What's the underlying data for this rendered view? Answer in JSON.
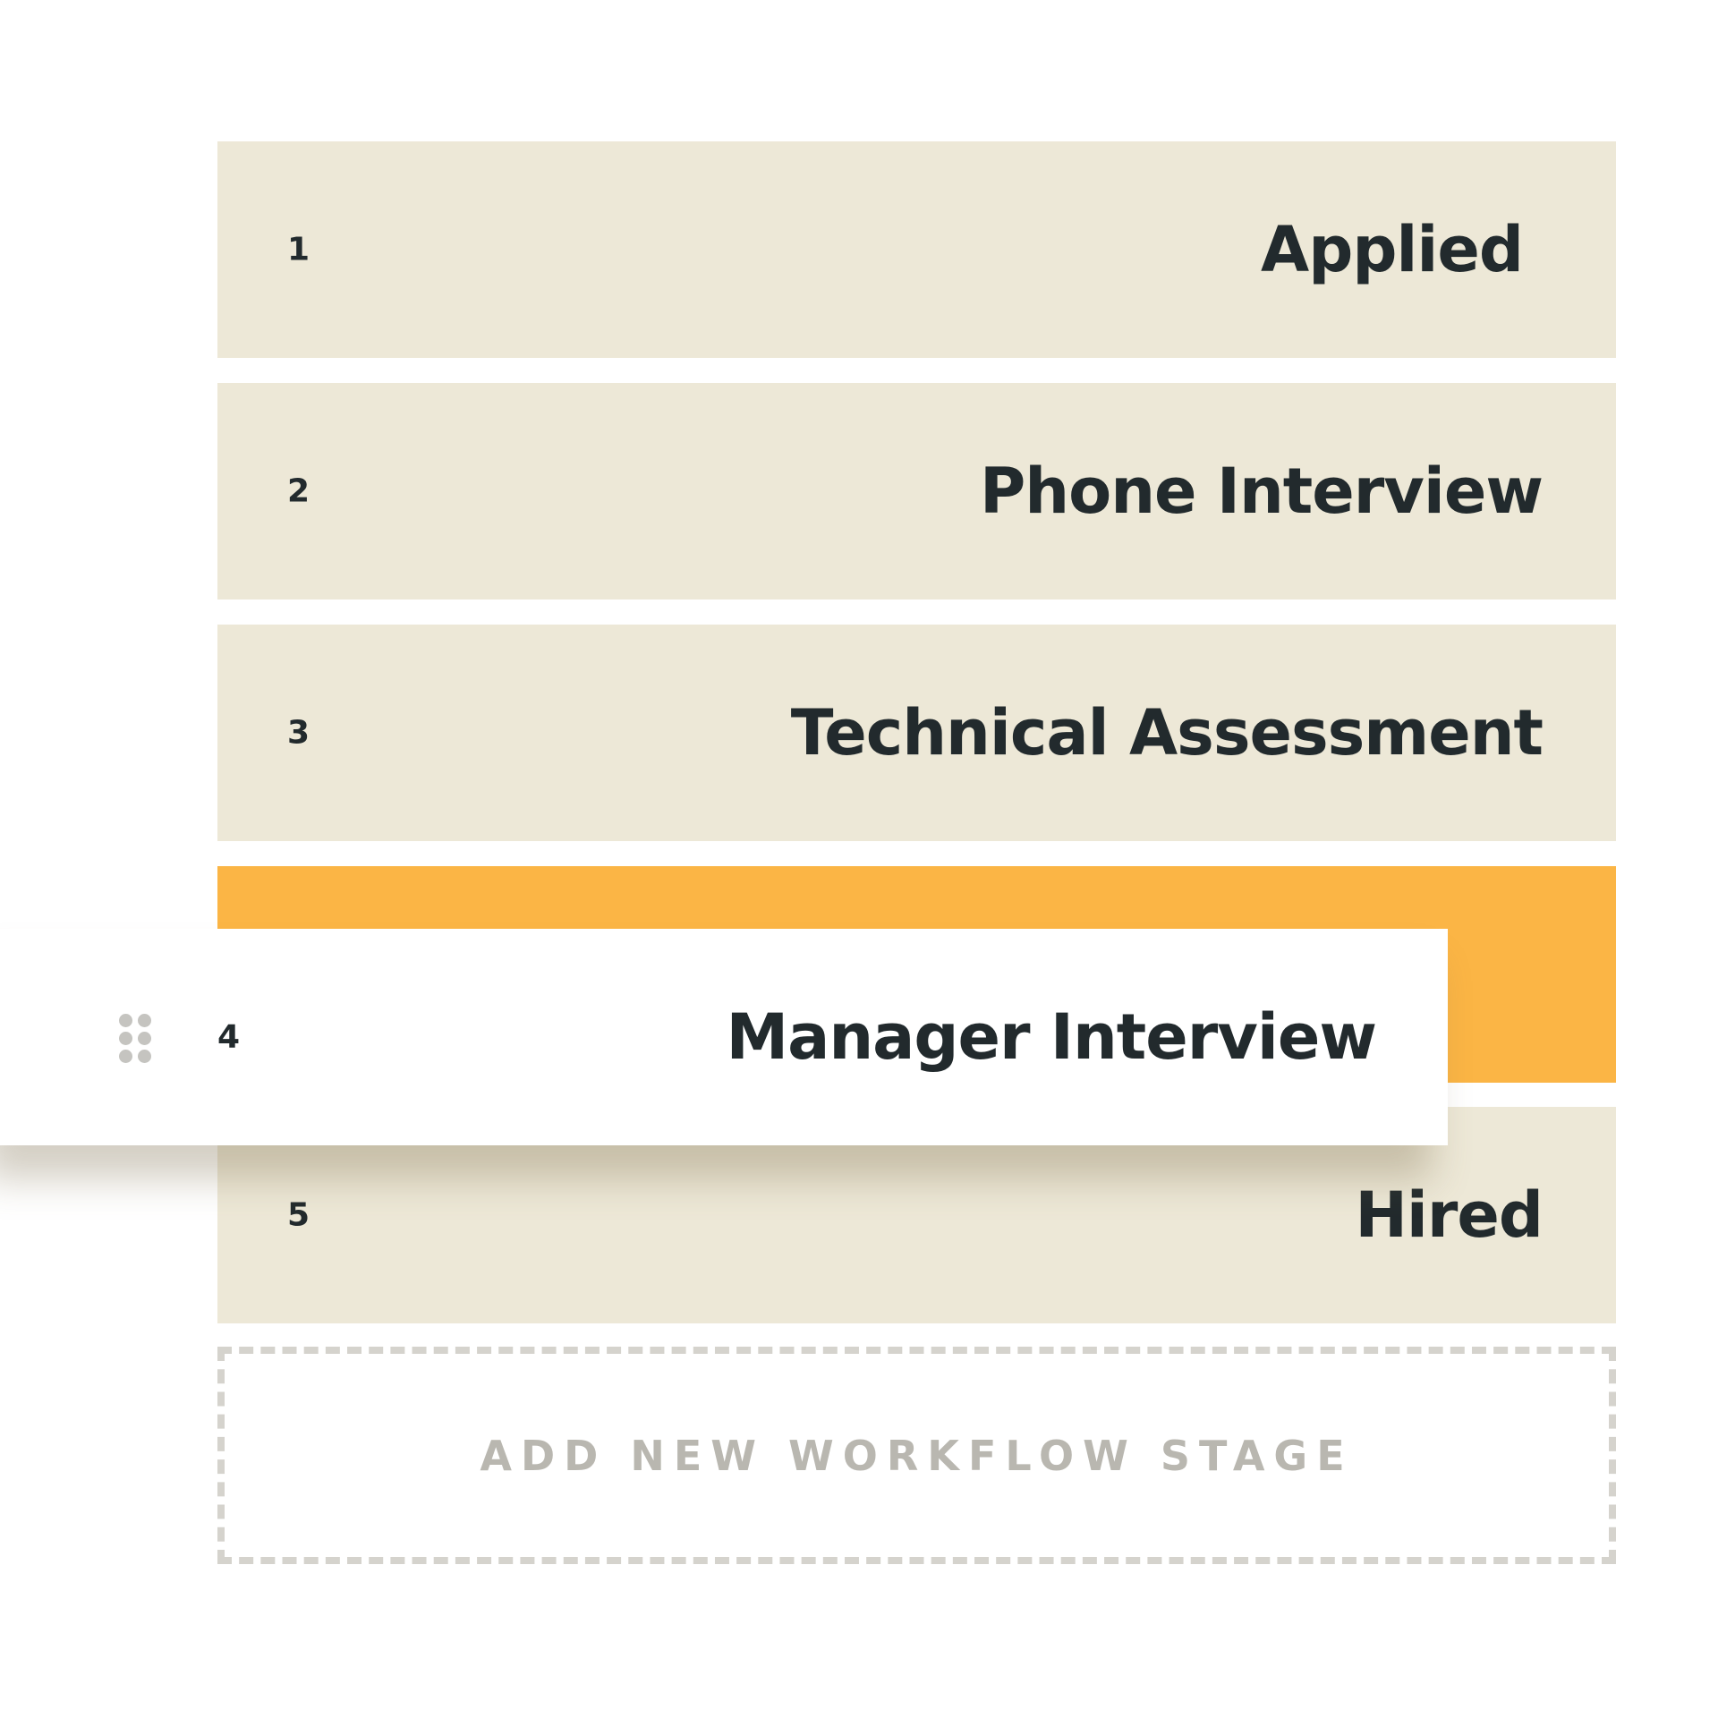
{
  "stages": [
    {
      "number": "1",
      "label": "Applied"
    },
    {
      "number": "2",
      "label": "Phone Interview"
    },
    {
      "number": "3",
      "label": "Technical Assessment"
    },
    {
      "number": "4",
      "label": "Manager Interview"
    },
    {
      "number": "5",
      "label": "Hired"
    }
  ],
  "drag": {
    "handle_icon": "drag-handle-icon",
    "dragged_stage_index": 3
  },
  "add_stage": {
    "label": "ADD NEW WORKFLOW STAGE"
  },
  "colors": {
    "stage_bg": "#ede8d7",
    "drop_placeholder": "#fbb545",
    "text": "#222a2d",
    "dashed_border": "#d5d3cd",
    "muted_text": "#b9b7b0"
  }
}
